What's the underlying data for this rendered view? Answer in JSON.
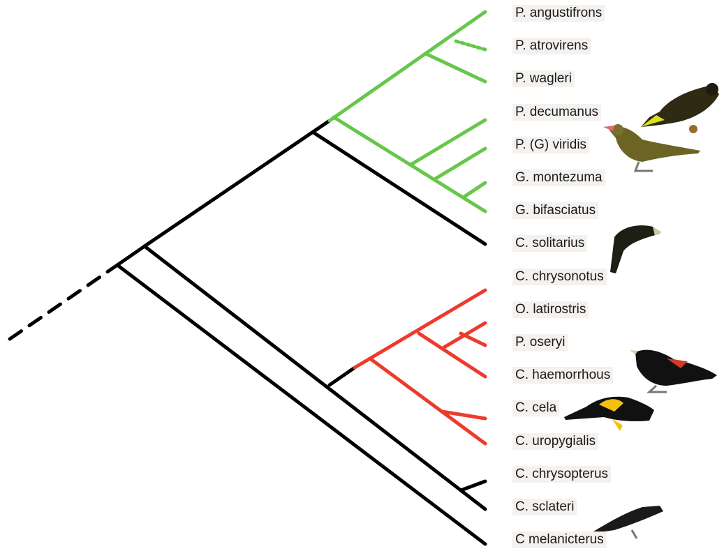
{
  "diagram": {
    "colors": {
      "green_clade": "#66c74a",
      "red_clade": "#ee3a2c",
      "stem": "#000000"
    },
    "taxa": [
      {
        "label": "P. angustifrons",
        "clade": "green"
      },
      {
        "label": "P. atrovirens",
        "clade": "green"
      },
      {
        "label": "P. wagleri",
        "clade": "green"
      },
      {
        "label": "P. decumanus",
        "clade": "green"
      },
      {
        "label": "P. (G) viridis",
        "clade": "green"
      },
      {
        "label": "G. montezuma",
        "clade": "green"
      },
      {
        "label": "G. bifasciatus",
        "clade": "green"
      },
      {
        "label": "C. solitarius",
        "clade": "black"
      },
      {
        "label": "C. chrysonotus",
        "clade": "none"
      },
      {
        "label": "O. latirostris",
        "clade": "red"
      },
      {
        "label": "P. oseryi",
        "clade": "red"
      },
      {
        "label": "C. haemorrhous",
        "clade": "red"
      },
      {
        "label": "C. cela",
        "clade": "red"
      },
      {
        "label": "C. uropygialis",
        "clade": "red"
      },
      {
        "label": "C. chrysopterus",
        "clade": "black"
      },
      {
        "label": "C. sclateri",
        "clade": "black"
      },
      {
        "label": "C melanicterus",
        "clade": "black"
      }
    ],
    "bird_illustrations": [
      "oropendola-bird",
      "green-oropendola-bird",
      "black-cacique-bird",
      "red-rumped-cacique-bird",
      "yellow-winged-cacique-bird",
      "black-cacique-small-bird"
    ]
  }
}
